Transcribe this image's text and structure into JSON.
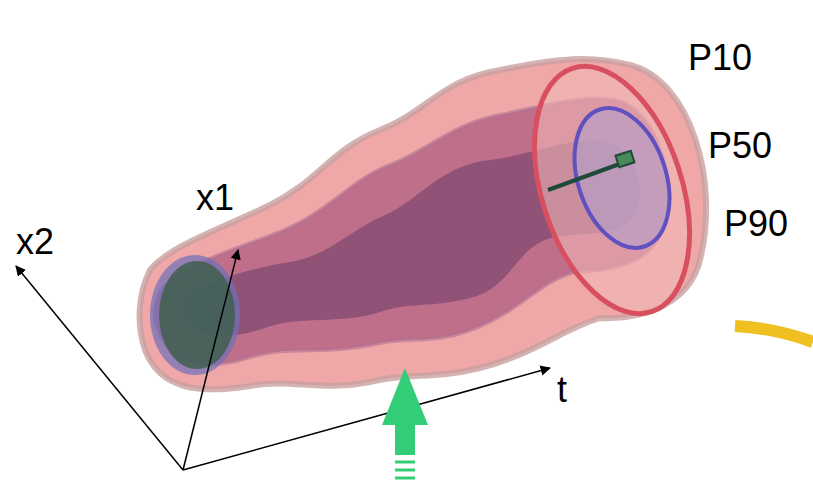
{
  "diagram": {
    "labels": [
      "P10",
      "P50",
      "x1",
      "x2",
      "P90",
      "t"
    ]
  }
}
